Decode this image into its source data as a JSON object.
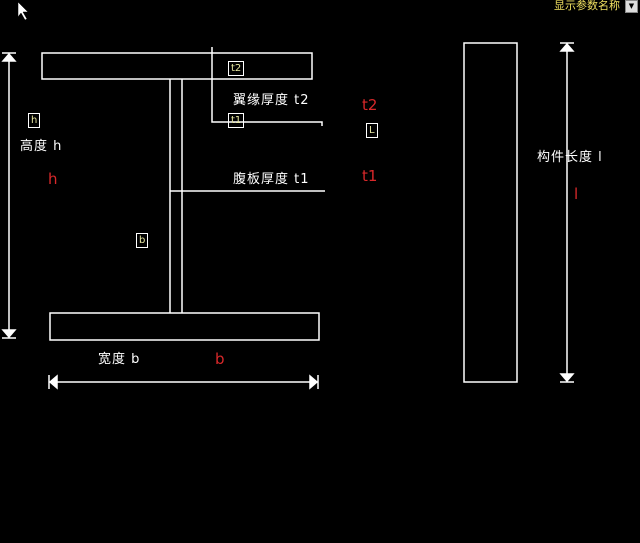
{
  "toolbar": {
    "show_param_names_label": "显示参数名称",
    "dropdown_icon": "chevron-down-icon"
  },
  "labels": {
    "flange_thickness": "翼缘厚度 t2",
    "web_thickness": "腹板厚度 t1",
    "height": "高度 h",
    "width": "宽度 b",
    "length": "构件长度 l"
  },
  "param_boxes": {
    "t2": "t2",
    "t1": "t1",
    "h": "h",
    "b": "b",
    "L": "L"
  },
  "values": {
    "t2": "t2",
    "t1": "t1",
    "h": "h",
    "b": "b",
    "l": "l"
  },
  "colors": {
    "background": "#000000",
    "lines": "#ffffff",
    "value": "#d8282a",
    "option": "#f0e060"
  }
}
